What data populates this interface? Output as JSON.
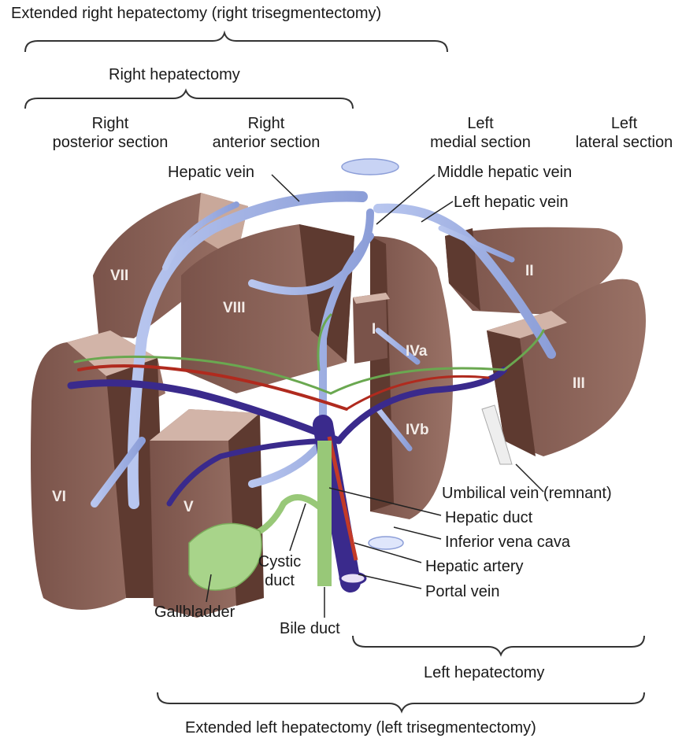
{
  "resections": {
    "extended_right": "Extended right hepatectomy (right trisegmentectomy)",
    "right": "Right hepatectomy",
    "left": "Left hepatectomy",
    "extended_left": "Extended left hepatectomy (left trisegmentectomy)"
  },
  "sections": {
    "right_posterior": [
      "Right",
      "posterior section"
    ],
    "right_anterior": [
      "Right",
      "anterior section"
    ],
    "left_medial": [
      "Left",
      "medial section"
    ],
    "left_lateral": [
      "Left",
      "lateral section"
    ]
  },
  "segments": [
    "VII",
    "VIII",
    "I",
    "II",
    "IVa",
    "III",
    "IVb",
    "VI",
    "V"
  ],
  "structures": {
    "hepatic_vein": "Hepatic vein",
    "middle_hepatic_vein": "Middle hepatic vein",
    "left_hepatic_vein": "Left hepatic vein",
    "umbilical_vein": "Umbilical vein (remnant)",
    "hepatic_duct": "Hepatic duct",
    "inferior_vena_cava": "Inferior vena cava",
    "hepatic_artery": "Hepatic artery",
    "portal_vein": "Portal vein",
    "cystic_duct": [
      "Cystic",
      "duct"
    ],
    "gallbladder": "Gallbladder",
    "bile_duct": "Bile duct"
  },
  "colors": {
    "liver_surface": "#8a6258",
    "liver_cut_face": "#5e3a30",
    "liver_top_face": "#d2b4a8",
    "hepatic_vein": "#a8b8e8",
    "portal_vein": "#3a2a8c",
    "hepatic_artery": "#b02a1e",
    "bile_duct": "#8ec46e",
    "gallbladder": "#98c878"
  }
}
